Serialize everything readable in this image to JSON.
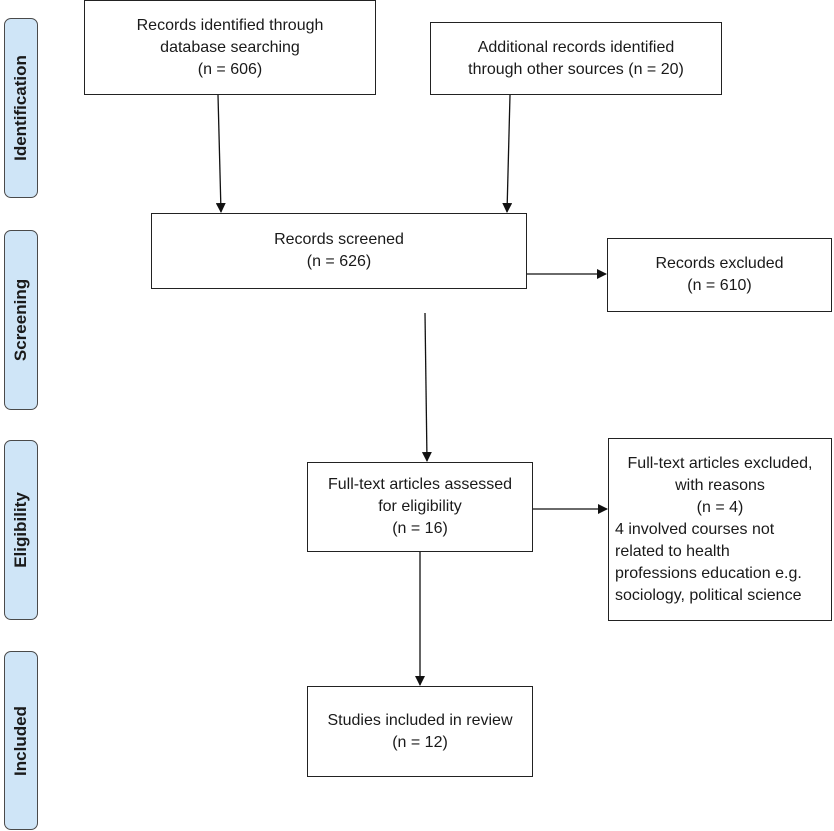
{
  "stages": {
    "identification": "Identification",
    "screening": "Screening",
    "eligibility": "Eligibility",
    "included": "Included"
  },
  "boxes": {
    "database_search": {
      "line1": "Records identified through",
      "line2": "database searching",
      "line3": "(n = 606)"
    },
    "other_sources": {
      "line1": "Additional records identified",
      "line2": "through other sources (n = 20)"
    },
    "screened": {
      "line1": "Records screened",
      "line2": "(n = 626)"
    },
    "records_excluded": {
      "line1": "Records excluded",
      "line2": "(n = 610)"
    },
    "full_text_assessed": {
      "line1": "Full-text articles assessed",
      "line2": "for eligibility",
      "line3": "(n = 16)"
    },
    "full_text_excluded": {
      "line1": "Full-text articles excluded,",
      "line2": "with reasons",
      "line3": "(n = 4)",
      "line4": "4 involved courses not",
      "line5": "related to health",
      "line6": "professions education e.g.",
      "line7": "sociology, political science"
    },
    "included": {
      "line1": "Studies included in review",
      "line2": "(n = 12)"
    }
  }
}
